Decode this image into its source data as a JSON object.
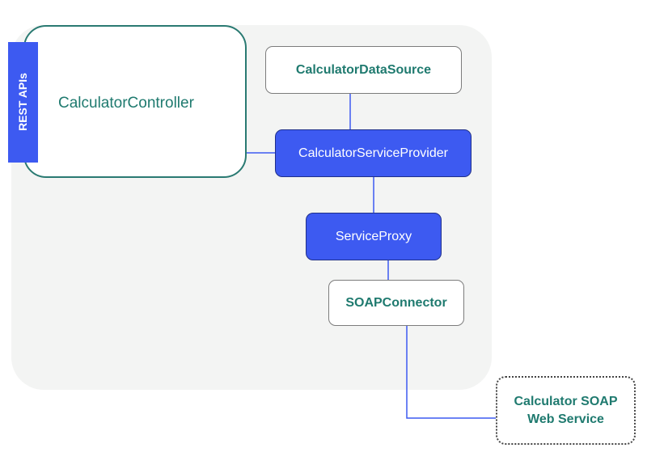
{
  "diagram": {
    "rest_tab_label": "REST APIs",
    "controller_label": "CalculatorController",
    "datasource_label": "CalculatorDataSource",
    "provider_label": "CalculatorServiceProvider",
    "proxy_label": "ServiceProxy",
    "soap_connector": {
      "bold_part": "SOAP",
      "rest_part": "Connector"
    },
    "web_service": {
      "line1_regular": "Calculator ",
      "line1_bold": "SOAP",
      "line2": "Web Service"
    }
  },
  "colors": {
    "accent_blue": "#3d5af1",
    "teal_text": "#1f7a6f",
    "panel_background": "#f3f4f3"
  }
}
